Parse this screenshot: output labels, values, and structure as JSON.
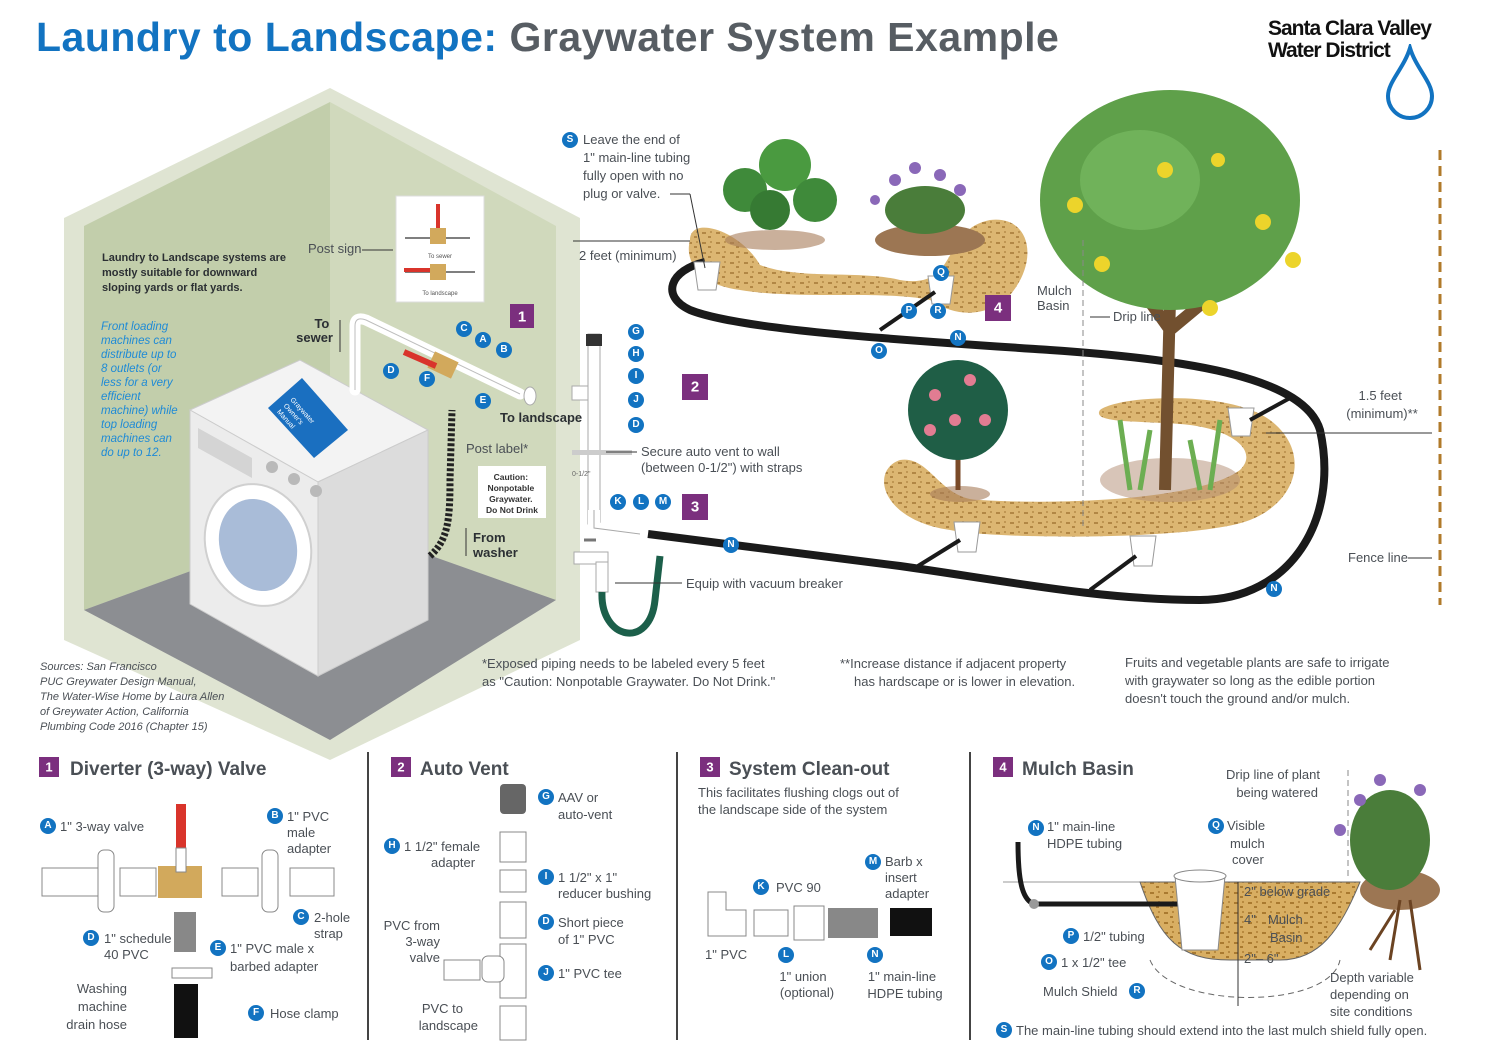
{
  "header": {
    "title_part1": "Laundry to Landscape:",
    "title_part2": "Graywater System Example"
  },
  "logo": {
    "line1": "Santa Clara Valley",
    "line2": "Water District",
    "icon": "water-drop-icon"
  },
  "colors": {
    "title_blue": "#1273c1",
    "title_gray": "#575d63",
    "badge_blue": "#1273c1",
    "section_purple": "#7b2f7e",
    "wall_green": "#c9d4b3",
    "mulch": "#c99a4a",
    "tubing": "#1a1a1a",
    "valve_handle": "#d9342b",
    "fence": "#b07a2a"
  },
  "room": {
    "intro_text": [
      "Laundry to Landscape systems are",
      "mostly suitable for downward",
      "sloping yards or flat yards."
    ],
    "note_text": [
      "Front loading",
      "machines can",
      "distribute up to",
      "8 outlets (or",
      "less for a very",
      "efficient",
      "machine) while",
      "top loading",
      "machines can",
      "do up to 12."
    ],
    "manual_label": [
      "Graywater",
      "Owner's",
      "Manual"
    ],
    "post_sign": "Post sign",
    "sign_to_sewer": "To sewer",
    "sign_to_landscape": "To landscape",
    "to_sewer": [
      "To",
      "sewer"
    ],
    "to_landscape": "To landscape",
    "post_label": "Post label*",
    "caution_label": [
      "Caution:",
      "Nonpotable",
      "Graywater.",
      "Do Not Drink"
    ],
    "from_washer": [
      "From",
      "washer"
    ]
  },
  "callouts": {
    "secure_vent": [
      "Secure auto vent to wall",
      "(between 0-1/2\") with straps"
    ],
    "gap": "0-1/2\"",
    "vacuum_breaker": "Equip with vacuum breaker",
    "leave_open": [
      "Leave the end of",
      "1\" main-line tubing",
      "fully open with no",
      "plug or valve."
    ],
    "two_feet": "2 feet (minimum)",
    "mulch_basin": [
      "Mulch",
      "Basin"
    ],
    "drip_line": "Drip line",
    "one_half_feet": [
      "1.5 feet",
      "(minimum)**"
    ],
    "fence_line": "Fence line"
  },
  "section_badges": [
    "1",
    "2",
    "3",
    "4"
  ],
  "footnotes": {
    "sources": [
      "Sources: San Francisco",
      "PUC Greywater Design Manual,",
      "The Water-Wise Home by Laura Allen",
      "of Greywater Action, California",
      "Plumbing Code 2016 (Chapter 15)"
    ],
    "exposed_piping": [
      "*Exposed piping needs to be labeled every 5 feet",
      "as \"Caution: Nonpotable Graywater. Do Not Drink.\""
    ],
    "increase_distance": [
      "**Increase distance if adjacent property",
      "has hardscape or is lower in elevation."
    ],
    "fruits": [
      "Fruits and vegetable plants are safe to irrigate",
      "with graywater so long as the edible portion",
      "doesn't touch the ground and/or mulch."
    ]
  },
  "panels": [
    {
      "number": "1",
      "title": "Diverter (3-way) Valve",
      "parts": [
        {
          "letter": "A",
          "text": [
            "1\" 3-way valve"
          ]
        },
        {
          "letter": "B",
          "text": [
            "1\" PVC",
            "male",
            "adapter"
          ]
        },
        {
          "letter": "C",
          "text": [
            "2-hole",
            "strap"
          ]
        },
        {
          "letter": "D",
          "text": [
            "1\" schedule",
            "40 PVC"
          ]
        },
        {
          "letter": "E",
          "text": [
            "1\" PVC male x",
            "barbed adapter"
          ]
        },
        {
          "letter": "F",
          "text": [
            "Hose clamp"
          ]
        }
      ],
      "extra": [
        "Washing",
        "machine",
        "drain hose"
      ]
    },
    {
      "number": "2",
      "title": "Auto Vent",
      "parts": [
        {
          "letter": "G",
          "text": [
            "AAV or",
            "auto-vent"
          ]
        },
        {
          "letter": "H",
          "text": [
            "1 1/2\" female",
            "adapter"
          ]
        },
        {
          "letter": "I",
          "text": [
            "1 1/2\" x 1\"",
            "reducer bushing"
          ]
        },
        {
          "letter": "D",
          "text": [
            "Short piece",
            "of 1\" PVC"
          ]
        },
        {
          "letter": "J",
          "text": [
            "1\" PVC tee"
          ]
        }
      ],
      "extra_from": [
        "PVC from",
        "3-way",
        "valve"
      ],
      "extra_to": [
        "PVC to",
        "landscape"
      ]
    },
    {
      "number": "3",
      "title": "System Clean-out",
      "subtitle": [
        "This facilitates flushing clogs out of",
        "the landscape side of the system"
      ],
      "parts": [
        {
          "letter": "K",
          "text": [
            "PVC 90"
          ]
        },
        {
          "letter": "L",
          "text": [
            "1\" union",
            "(optional)"
          ]
        },
        {
          "letter": "M",
          "text": [
            "Barb x",
            "insert",
            "adapter"
          ]
        },
        {
          "letter": "N",
          "text": [
            "1\" main-line",
            "HDPE tubing"
          ]
        }
      ],
      "extra": "1\" PVC"
    },
    {
      "number": "4",
      "title": "Mulch Basin",
      "parts": [
        {
          "letter": "N",
          "text": [
            "1\" main-line",
            "HDPE tubing"
          ]
        },
        {
          "letter": "Q",
          "text": [
            "Visible",
            "mulch",
            "cover"
          ]
        },
        {
          "letter": "P",
          "text": [
            "1/2\" tubing"
          ]
        },
        {
          "letter": "O",
          "text": [
            "1 x 1/2\" tee"
          ]
        },
        {
          "letter": "R",
          "text": [
            "Mulch Shield"
          ]
        }
      ],
      "drip_line": [
        "Drip line of plant",
        "being watered"
      ],
      "depths": [
        "2\" below grade",
        "4\"",
        "Mulch",
        "Basin",
        "2\"– 6\""
      ],
      "depth_variable": [
        "Depth variable",
        "depending on",
        "site conditions"
      ],
      "footer": {
        "letter": "S",
        "text": "The main-line tubing should extend into the last mulch shield fully open."
      }
    }
  ]
}
